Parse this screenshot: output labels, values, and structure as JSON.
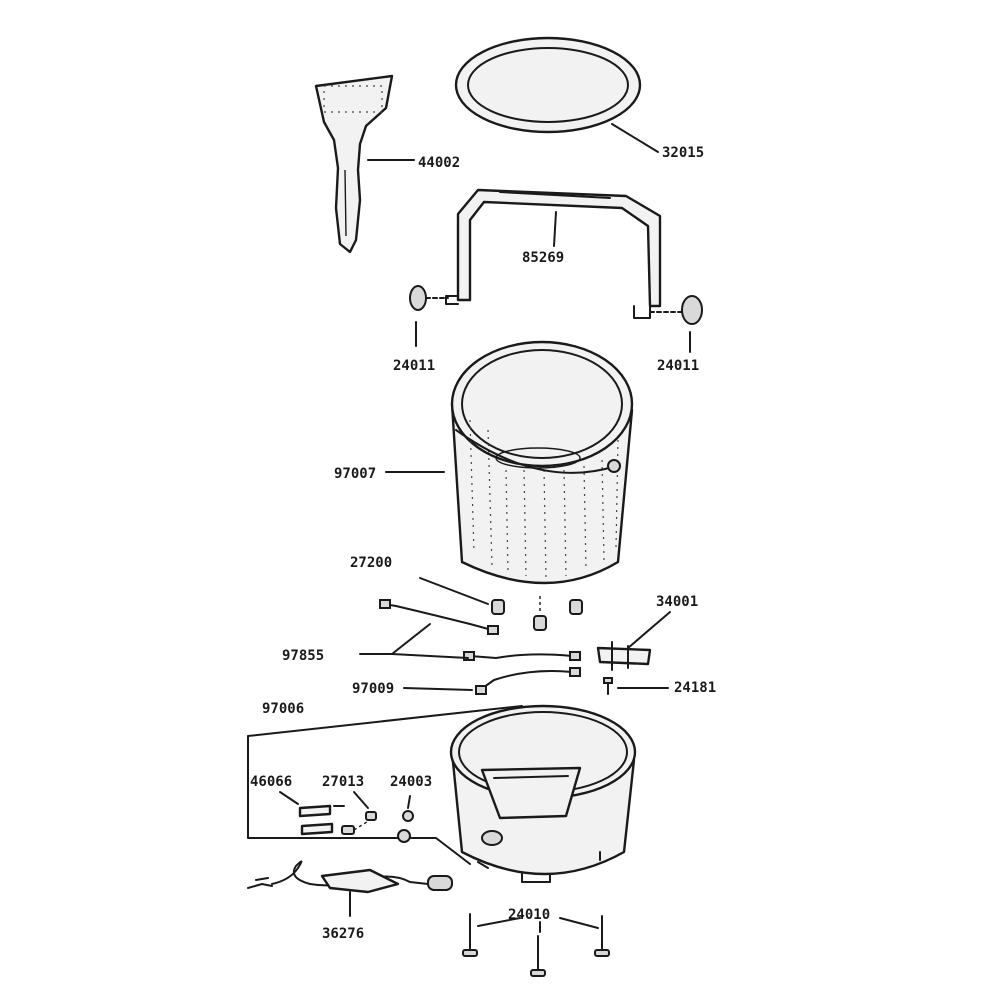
{
  "parts": {
    "p32015": "32015",
    "p44002": "44002",
    "p85269": "85269",
    "p24011_left": "24011",
    "p24011_right": "24011",
    "p97007": "97007",
    "p27200": "27200",
    "p34001": "34001",
    "p97855": "97855",
    "p97009": "97009",
    "p24181": "24181",
    "p97006": "97006",
    "p46066": "46066",
    "p27013": "27013",
    "p24003": "24003",
    "p36276": "36276",
    "p24010": "24010"
  }
}
